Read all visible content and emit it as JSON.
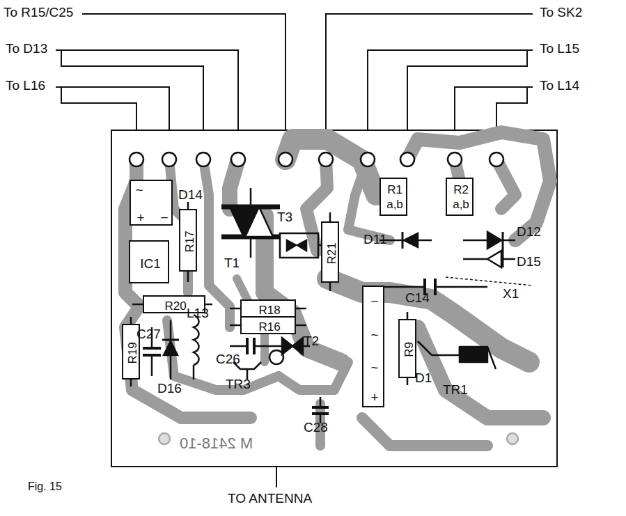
{
  "diagram": {
    "caption": "Fig. 15",
    "nodes": [
      {
        "text": [
          "~",
          "+",
          "−"
        ]
      },
      {
        "text": [
          "IC1"
        ]
      },
      {
        "text": [
          "R17"
        ]
      },
      {
        "text": [
          "R20"
        ]
      },
      {
        "text": [
          "R18"
        ]
      },
      {
        "text": [
          "R16"
        ]
      },
      {
        "text": [
          "R19"
        ]
      },
      {
        "text": [
          "R21"
        ]
      },
      {
        "text": [
          "R1",
          "a,b"
        ]
      },
      {
        "text": [
          "R2",
          "a,b"
        ]
      },
      {
        "text": [
          "−",
          "~",
          "~",
          "+"
        ]
      },
      {
        "text": [
          "R9"
        ]
      }
    ],
    "labels": [
      "To R15/C25",
      "To D13",
      "To L16",
      "To SK2",
      "To L15",
      "To L14",
      "D14",
      "T1",
      "T3",
      "D11",
      "D12",
      "D15",
      "C14",
      "X1",
      "L13",
      "C27",
      "C26",
      "T2",
      "D16",
      "TR3",
      "C28",
      "TR1",
      "D1",
      "M 2418-10",
      "TO ANTENNA"
    ]
  }
}
